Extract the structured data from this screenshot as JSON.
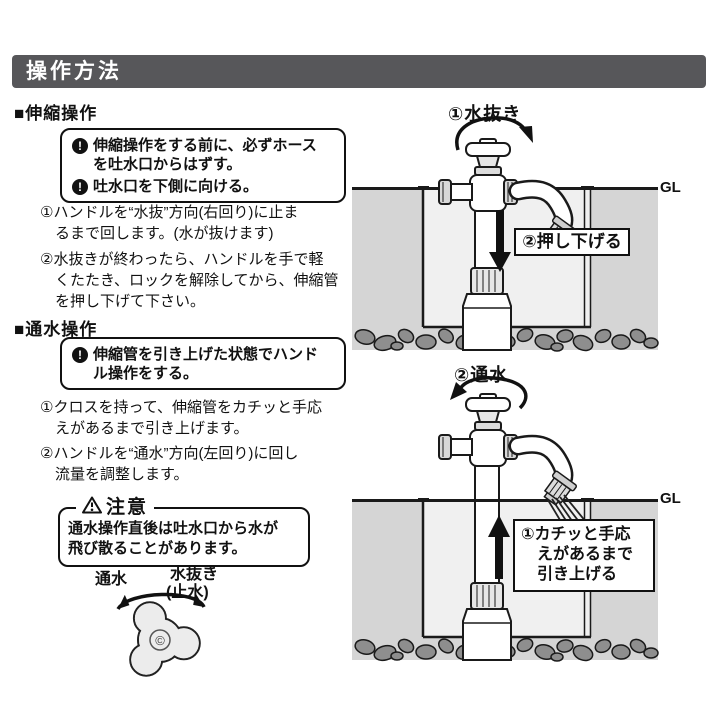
{
  "header": {
    "title": "操作方法"
  },
  "icons": {
    "exclamation": "!",
    "copyright": "©"
  },
  "sections": {
    "shinshuku": {
      "heading": "■伸縮操作",
      "warnings": [
        {
          "lines": [
            "伸縮操作をする前に、必ずホース",
            "を吐水口からはずす。"
          ]
        },
        {
          "lines": [
            "吐水口を下側に向ける。"
          ]
        }
      ],
      "steps": [
        {
          "lines": [
            "①ハンドルを“水抜”方向(右回り)に止ま",
            "るまで回します。(水が抜けます)"
          ]
        },
        {
          "lines": [
            "②水抜きが終わったら、ハンドルを手で軽",
            "くたたき、ロックを解除してから、伸縮管",
            "を押し下げて下さい。"
          ]
        }
      ]
    },
    "tsusui": {
      "heading": "■通水操作",
      "warnings": [
        {
          "lines": [
            "伸縮管を引き上げた状態でハンド",
            "ル操作をする。"
          ]
        }
      ],
      "steps": [
        {
          "lines": [
            "①クロスを持って、伸縮管をカチッと手応",
            "えがあるまで引き上げます。"
          ]
        },
        {
          "lines": [
            "②ハンドルを“通水”方向(左回り)に回し",
            "流量を調整します。"
          ]
        }
      ]
    }
  },
  "caution": {
    "title": "注意",
    "lines": [
      "通水操作直後は吐水口から水が",
      "飛び散ることがあります。"
    ]
  },
  "handle_diagram": {
    "left_label": "通水",
    "right_label_line1": "水抜き",
    "right_label_line2": "(止水)"
  },
  "illustrations": {
    "top": {
      "step_label": "①水抜き",
      "action_label": "②押し下げる",
      "gl_label": "GL"
    },
    "bottom": {
      "step_label": "②通水",
      "action_lines": [
        "①カチッと手応",
        "えがあるまで",
        "引き上げる"
      ],
      "gl_label": "GL"
    }
  },
  "colors": {
    "header_bar": "#57575a",
    "ground": "#d5d5d5",
    "pit": "#f0f0f0",
    "stone": "#8e8e8e",
    "outline": "#1a1a1a"
  }
}
